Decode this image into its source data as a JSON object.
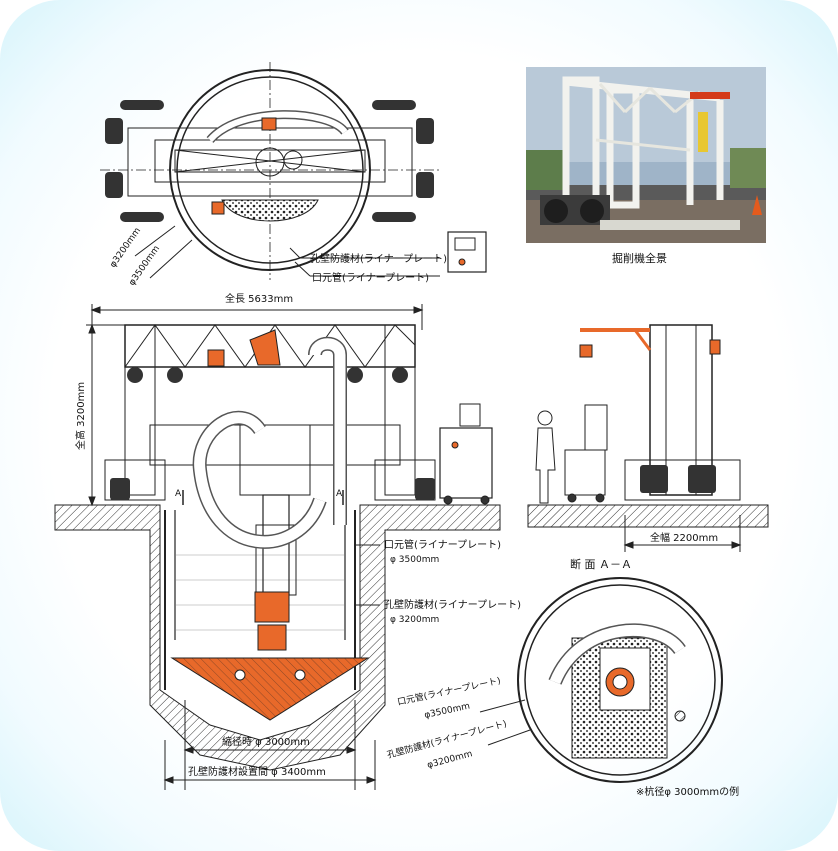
{
  "photo": {
    "caption": "掘削機全景"
  },
  "plan_view": {
    "dim_inner": "φ3200mm",
    "dim_outer": "φ3500mm",
    "label_liner_wall": "孔壁防護材(ライナープレート)",
    "label_liner_casing": "口元管(ライナープレート)"
  },
  "front_view": {
    "overall_length": "全長 5633mm",
    "overall_height": "全高 3200mm",
    "section_mark_a": "A",
    "label_casing": "口元管(ライナープレート)",
    "dim_casing": "φ 3500mm",
    "label_wall": "孔壁防護材(ライナープレート)",
    "dim_wall": "φ 3200mm",
    "dim_reduced": "縮径時 φ 3000mm",
    "dim_install": "孔壁防護材設置間 φ 3400mm"
  },
  "side_view": {
    "overall_width": "全幅 2200mm"
  },
  "section_view": {
    "title": "断 面 Ａ－Ａ",
    "label_casing": "口元管(ライナープレート)",
    "dim_casing": "φ3500mm",
    "label_wall": "孔壁防護材(ライナープレート)",
    "dim_wall": "φ3200mm"
  },
  "footnote": "※杭径φ 3000mmの例",
  "colors": {
    "accent": "#e8692a",
    "line": "#222222",
    "background_edge": "#d7f4fb"
  }
}
